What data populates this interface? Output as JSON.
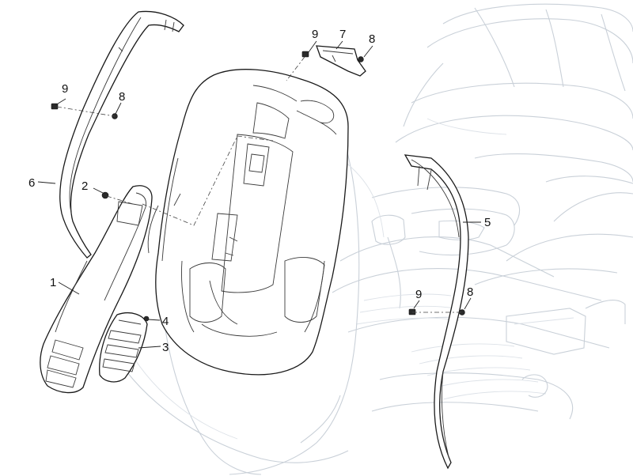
{
  "diagram": {
    "callouts": [
      {
        "id": "c1",
        "text": "1"
      },
      {
        "id": "c2",
        "text": "2"
      },
      {
        "id": "c3",
        "text": "3"
      },
      {
        "id": "c4",
        "text": "4"
      },
      {
        "id": "c5",
        "text": "5"
      },
      {
        "id": "c6",
        "text": "6"
      },
      {
        "id": "c7",
        "text": "7"
      },
      {
        "id": "c8a",
        "text": "8"
      },
      {
        "id": "c8b",
        "text": "8"
      },
      {
        "id": "c8c",
        "text": "8"
      },
      {
        "id": "c9a",
        "text": "9"
      },
      {
        "id": "c9b",
        "text": "9"
      },
      {
        "id": "c9c",
        "text": "9"
      }
    ]
  }
}
